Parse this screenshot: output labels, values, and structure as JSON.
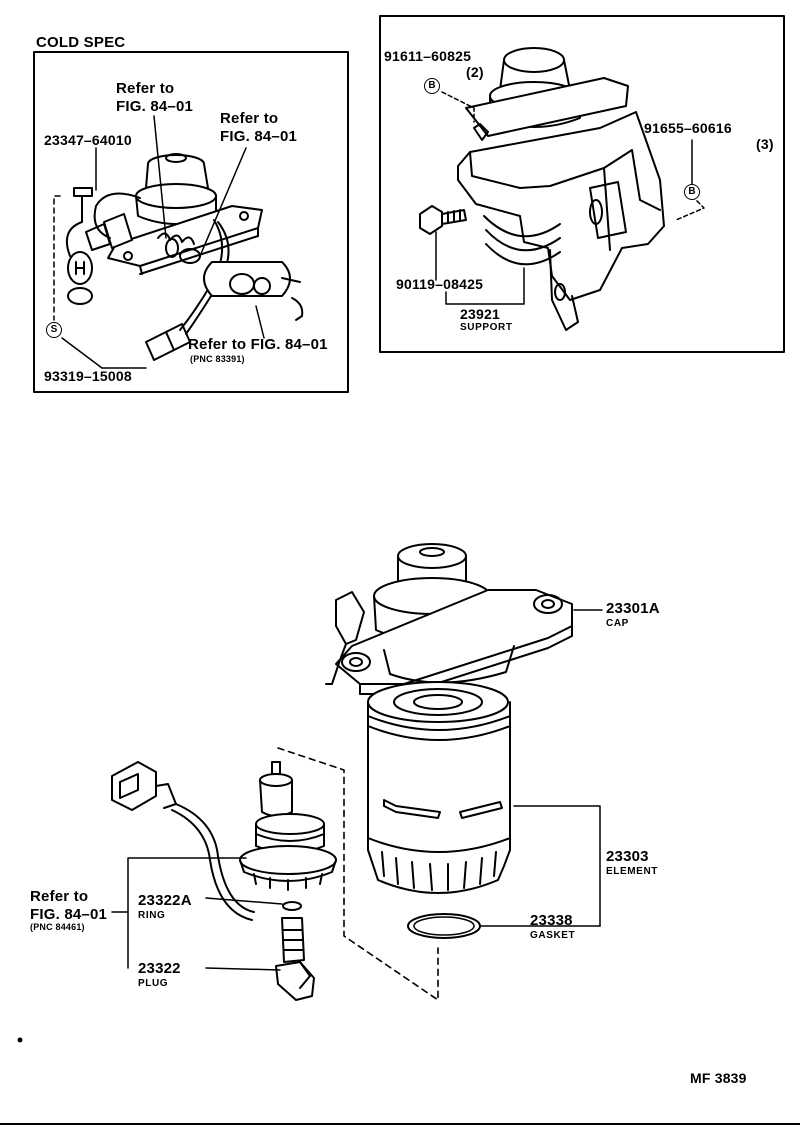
{
  "cold_spec": {
    "title": "COLD SPEC",
    "refer_1_line1": "Refer to",
    "refer_1_line2": "FIG. 84–01",
    "refer_2_line1": "Refer to",
    "refer_2_line2": "FIG. 84–01",
    "refer_3": "Refer to FIG. 84–01",
    "refer_3_pnc": "(PNC 83391)",
    "part_23347": "23347–64010",
    "part_93319": "93319–15008",
    "tag_s": "S"
  },
  "support_box": {
    "part_91611": "91611–60825",
    "qty_91611": "(2)",
    "part_91655": "91655–60616",
    "qty_91655": "(3)",
    "part_90119": "90119–08425",
    "part_23921": "23921",
    "name_23921": "SUPPORT",
    "tag_b": "B"
  },
  "main": {
    "part_23301a": "23301A",
    "name_23301a": "CAP",
    "part_23303": "23303",
    "name_23303": "ELEMENT",
    "part_23338": "23338",
    "name_23338": "GASKET",
    "part_23322a": "23322A",
    "name_23322a": "RING",
    "part_23322": "23322",
    "name_23322": "PLUG",
    "refer_line1": "Refer to",
    "refer_line2": "FIG. 84–01",
    "refer_pnc": "(PNC 84461)"
  },
  "figure_code": "MF 3839"
}
